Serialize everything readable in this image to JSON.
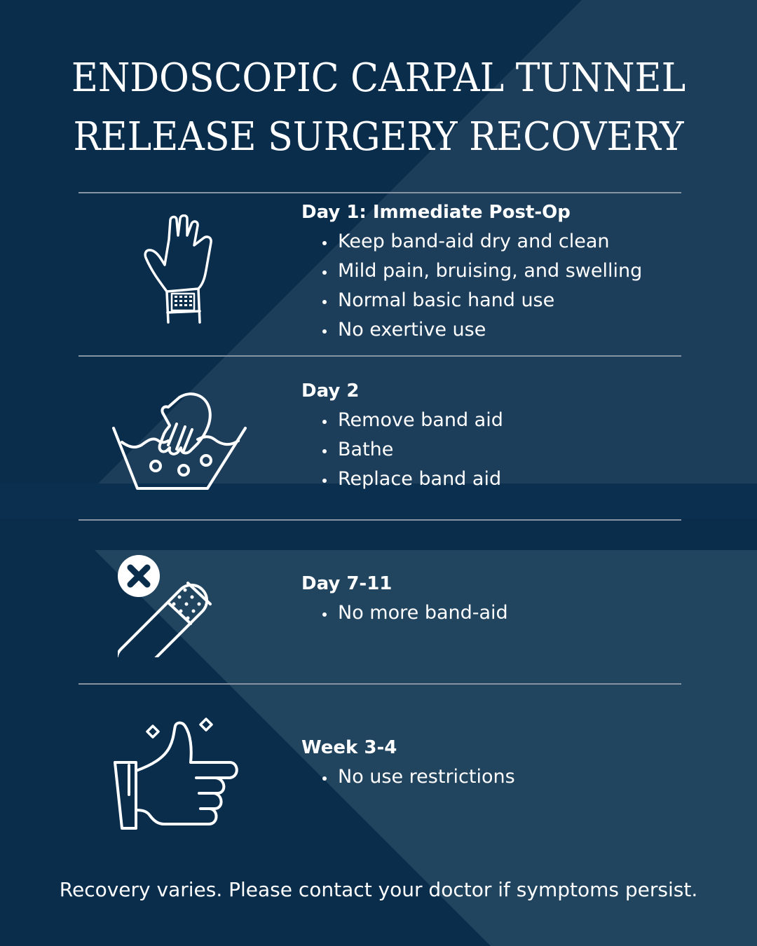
{
  "title": {
    "line1": "ENDOSCOPIC CARPAL TUNNEL",
    "line2": "RELEASE SURGERY RECOVERY"
  },
  "sections": [
    {
      "icon": "bandaged-wrist-hand-icon",
      "heading": "Day 1: Immediate Post-Op",
      "bullets": [
        "Keep band-aid dry and clean",
        "Mild pain, bruising, and swelling",
        "Normal basic hand use",
        "No exertive use"
      ]
    },
    {
      "icon": "hand-washing-basin-icon",
      "heading": "Day 2",
      "bullets": [
        "Remove band aid",
        "Bathe",
        "Replace band aid"
      ]
    },
    {
      "icon": "no-bandage-icon",
      "heading": "Day 7-11",
      "bullets": [
        "No more band-aid"
      ]
    },
    {
      "icon": "thumbs-up-sparkle-icon",
      "heading": "Week 3-4",
      "bullets": [
        "No use restrictions"
      ]
    }
  ],
  "footer": "Recovery varies. Please contact your doctor if symptoms persist.",
  "colors": {
    "background": "#0a2d4c",
    "overlay": "#1f4260",
    "divider": "#8593a2",
    "text": "#ffffff"
  }
}
